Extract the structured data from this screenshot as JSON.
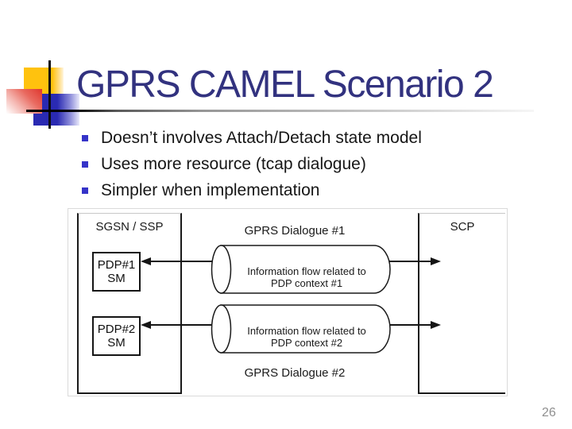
{
  "slide": {
    "title": "GPRS CAMEL Scenario 2",
    "bullets": [
      "Doesn’t involves Attach/Detach state model",
      "Uses more resource (tcap dialogue)",
      "Simpler when implementation"
    ],
    "page_number": "26"
  },
  "diagram": {
    "left_column_label": "SGSN / SSP",
    "right_column_label": "SCP",
    "dialogue1_label": "GPRS Dialogue #1",
    "dialogue2_label": "GPRS Dialogue #2",
    "pdp1_box": {
      "line1": "PDP#1",
      "line2": "SM"
    },
    "pdp2_box": {
      "line1": "PDP#2",
      "line2": "SM"
    },
    "cylinder1": {
      "line1": "Information flow related to",
      "line2": "PDP context #1"
    },
    "cylinder2": {
      "line1": "Information flow related to",
      "line2": "PDP context #2"
    }
  },
  "colors": {
    "title_navy": "#32327f",
    "bullet_square_blue": "#3533c8",
    "logo_yellow": "#ffc20e",
    "logo_red": "#df372e",
    "logo_blue": "#2a2ab2",
    "diagram_line": "#1a1a1a",
    "page_number_gray": "#8f8f8f"
  }
}
